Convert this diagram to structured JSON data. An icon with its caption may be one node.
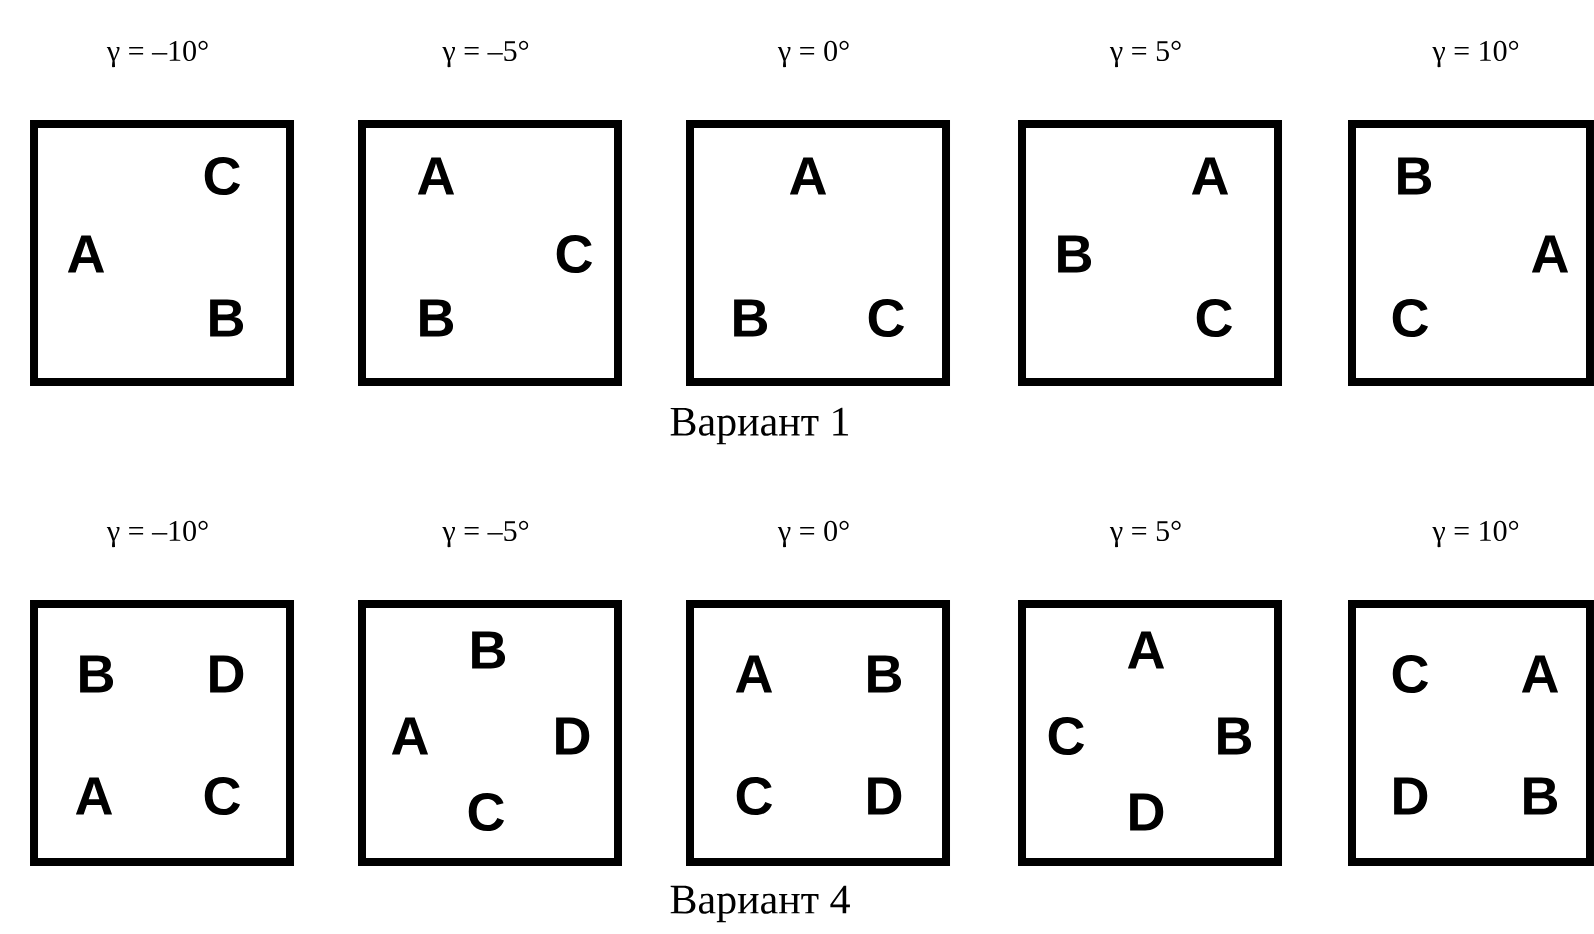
{
  "diagram": {
    "nodes": [
      {
        "text": [
          "γ = –10°",
          "C",
          "A",
          "B"
        ]
      },
      {
        "text": [
          "γ = –5°",
          "A",
          "C",
          "B"
        ]
      },
      {
        "text": [
          "γ = 0°",
          "A",
          "B",
          "C"
        ]
      },
      {
        "text": [
          "γ = 5°",
          "A",
          "B",
          "C"
        ]
      },
      {
        "text": [
          "γ = 10°",
          "B",
          "A",
          "C"
        ]
      },
      {
        "text": [
          "γ = –10°",
          "B",
          "D",
          "A",
          "C"
        ]
      },
      {
        "text": [
          "γ = –5°",
          "B",
          "A",
          "D",
          "C"
        ]
      },
      {
        "text": [
          "γ = 0°",
          "A",
          "B",
          "C",
          "D"
        ]
      },
      {
        "text": [
          "γ = 5°",
          "A",
          "C",
          "B",
          "D"
        ]
      },
      {
        "text": [
          "γ = 10°",
          "C",
          "A",
          "D",
          "B"
        ]
      }
    ],
    "labels": [
      "Вариант 1",
      "Вариант 4"
    ]
  }
}
